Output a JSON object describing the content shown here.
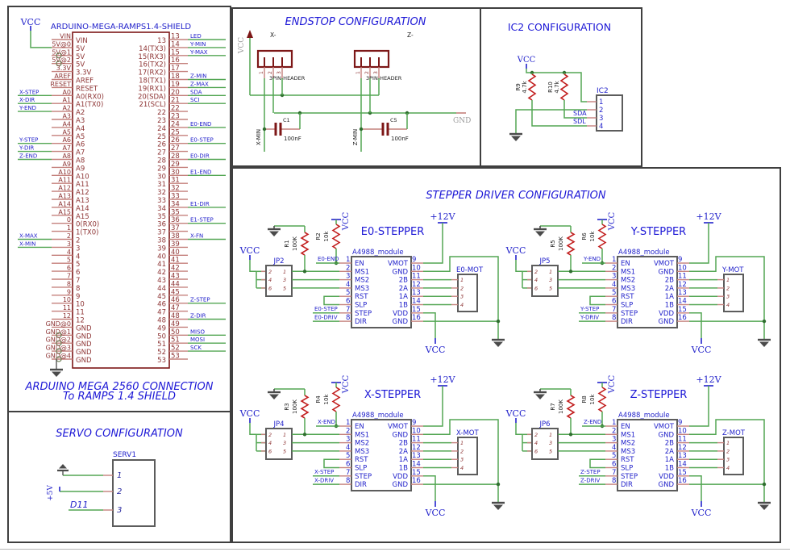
{
  "colors": {
    "wire": "#53a653",
    "component_outline": "#7d1717",
    "pin_stub": "#c4807c",
    "maroon_text": "#8e3535",
    "blue": "#2323cb",
    "title_blue": "#1d18d6",
    "resistor_red": "#c21f1f",
    "gray_box": "#5c5c5c",
    "ground": "#4a4a4a",
    "muted_gray": "#9a9a9a",
    "black": "#222222",
    "border": "#3f3f3f",
    "junction": "#2f6e2f"
  },
  "arduino": {
    "component_title": "ARDUINO-MEGA-RAMPS1.4-SHIELD",
    "caption_line1": "ARDUINO MEGA 2560 CONNECTION",
    "caption_line2": "To RAMPS 1.4 SHIELD",
    "vcc_label": "VCC",
    "left_pins": [
      {
        "ext": "VIN",
        "int": "VIN",
        "net": ""
      },
      {
        "ext": "5V@0",
        "int": "5V",
        "net": ""
      },
      {
        "ext": "5V@1",
        "int": "5V",
        "net": ""
      },
      {
        "ext": "5V@2",
        "int": "5V",
        "net": ""
      },
      {
        "ext": "3.3V",
        "int": "3.3V",
        "net": ""
      },
      {
        "ext": "AREF",
        "int": "AREF",
        "net": ""
      },
      {
        "ext": "RESET",
        "int": "RESET",
        "net": ""
      },
      {
        "ext": "A0",
        "int": "A0(RX0)",
        "net": "X-STEP"
      },
      {
        "ext": "A1",
        "int": "A1(TX0)",
        "net": "X-DIR"
      },
      {
        "ext": "A2",
        "int": "A2",
        "net": "Y-END"
      },
      {
        "ext": "A3",
        "int": "A3",
        "net": ""
      },
      {
        "ext": "A4",
        "int": "A4",
        "net": ""
      },
      {
        "ext": "A5",
        "int": "A5",
        "net": ""
      },
      {
        "ext": "A6",
        "int": "A6",
        "net": "Y-STEP"
      },
      {
        "ext": "A7",
        "int": "A7",
        "net": "Y-DIR"
      },
      {
        "ext": "A8",
        "int": "A8",
        "net": "Z-END"
      },
      {
        "ext": "A9",
        "int": "A9",
        "net": ""
      },
      {
        "ext": "A10",
        "int": "A10",
        "net": ""
      },
      {
        "ext": "A11",
        "int": "A11",
        "net": ""
      },
      {
        "ext": "A12",
        "int": "A12",
        "net": ""
      },
      {
        "ext": "A13",
        "int": "A13",
        "net": ""
      },
      {
        "ext": "A14",
        "int": "A14",
        "net": ""
      },
      {
        "ext": "A15",
        "int": "A15",
        "net": ""
      },
      {
        "ext": "0",
        "int": "0(RX0)",
        "net": ""
      },
      {
        "ext": "1",
        "int": "1(TX0)",
        "net": ""
      },
      {
        "ext": "2",
        "int": "2",
        "net": "X-MAX"
      },
      {
        "ext": "3",
        "int": "3",
        "net": "X-MIN"
      },
      {
        "ext": "4",
        "int": "4",
        "net": ""
      },
      {
        "ext": "5",
        "int": "5",
        "net": ""
      },
      {
        "ext": "6",
        "int": "6",
        "net": ""
      },
      {
        "ext": "7",
        "int": "7",
        "net": ""
      },
      {
        "ext": "8",
        "int": "8",
        "net": ""
      },
      {
        "ext": "9",
        "int": "9",
        "net": ""
      },
      {
        "ext": "10",
        "int": "10",
        "net": ""
      },
      {
        "ext": "11",
        "int": "11",
        "net": ""
      },
      {
        "ext": "12",
        "int": "12",
        "net": ""
      },
      {
        "ext": "GND@0",
        "int": "GND",
        "net": ""
      },
      {
        "ext": "GND@1",
        "int": "GND",
        "net": ""
      },
      {
        "ext": "GND@2",
        "int": "GND",
        "net": ""
      },
      {
        "ext": "GND@3",
        "int": "GND",
        "net": ""
      },
      {
        "ext": "GND@4",
        "int": "GND",
        "net": ""
      }
    ],
    "right_pins": [
      {
        "int": "13",
        "num": "13",
        "net": "LED"
      },
      {
        "int": "14(TX3)",
        "num": "14",
        "net": "Y-MIN"
      },
      {
        "int": "15(RX3)",
        "num": "15",
        "net": "Y-MAX"
      },
      {
        "int": "16(TX2)",
        "num": "16",
        "net": ""
      },
      {
        "int": "17(RX2)",
        "num": "17",
        "net": ""
      },
      {
        "int": "18(TX1)",
        "num": "18",
        "net": "Z-MIN"
      },
      {
        "int": "19(RX1)",
        "num": "19",
        "net": "Z-MAX"
      },
      {
        "int": "20(SDA)",
        "num": "20",
        "net": "SDA"
      },
      {
        "int": "21(SCL)",
        "num": "21",
        "net": "SCI"
      },
      {
        "int": "22",
        "num": "22",
        "net": ""
      },
      {
        "int": "23",
        "num": "23",
        "net": ""
      },
      {
        "int": "24",
        "num": "24",
        "net": "E0-END"
      },
      {
        "int": "25",
        "num": "25",
        "net": ""
      },
      {
        "int": "26",
        "num": "26",
        "net": "E0-STEP"
      },
      {
        "int": "27",
        "num": "27",
        "net": ""
      },
      {
        "int": "28",
        "num": "28",
        "net": "E0-DIR"
      },
      {
        "int": "29",
        "num": "29",
        "net": ""
      },
      {
        "int": "30",
        "num": "30",
        "net": "E1-END"
      },
      {
        "int": "31",
        "num": "31",
        "net": ""
      },
      {
        "int": "32",
        "num": "32",
        "net": ""
      },
      {
        "int": "33",
        "num": "33",
        "net": ""
      },
      {
        "int": "34",
        "num": "34",
        "net": "E1-DIR"
      },
      {
        "int": "35",
        "num": "35",
        "net": ""
      },
      {
        "int": "36",
        "num": "36",
        "net": "E1-STEP"
      },
      {
        "int": "37",
        "num": "37",
        "net": ""
      },
      {
        "int": "38",
        "num": "38",
        "net": "X-FN"
      },
      {
        "int": "39",
        "num": "39",
        "net": ""
      },
      {
        "int": "40",
        "num": "40",
        "net": ""
      },
      {
        "int": "41",
        "num": "41",
        "net": ""
      },
      {
        "int": "42",
        "num": "42",
        "net": ""
      },
      {
        "int": "43",
        "num": "43",
        "net": ""
      },
      {
        "int": "44",
        "num": "44",
        "net": ""
      },
      {
        "int": "45",
        "num": "45",
        "net": ""
      },
      {
        "int": "46",
        "num": "46",
        "net": "Z-STEP"
      },
      {
        "int": "47",
        "num": "47",
        "net": ""
      },
      {
        "int": "48",
        "num": "48",
        "net": "Z-DIR"
      },
      {
        "int": "49",
        "num": "49",
        "net": ""
      },
      {
        "int": "50",
        "num": "50",
        "net": "MISO"
      },
      {
        "int": "51",
        "num": "51",
        "net": "MOSI"
      },
      {
        "int": "52",
        "num": "52",
        "net": "SCK"
      },
      {
        "int": "53",
        "num": "53",
        "net": ""
      }
    ]
  },
  "endstop": {
    "title": "ENDSTOP CONFIGURATION",
    "vcc_label": "VCC",
    "gnd_label": "GND",
    "headers": [
      {
        "axis_label": "X-",
        "name": "3PIN-HEADER",
        "pins": [
          "1",
          "2",
          "3"
        ],
        "cap_ref": "C1",
        "cap_value": "100nF",
        "net": "X-MIN"
      },
      {
        "axis_label": "Z-",
        "name": "3PIN-HEADER",
        "pins": [
          "1",
          "2",
          "3"
        ],
        "cap_ref": "C5",
        "cap_value": "100nF",
        "net": "Z-MIN"
      }
    ]
  },
  "ic2": {
    "title": "IC2 CONFIGURATION",
    "vcc_label": "VCC",
    "resistors": [
      {
        "ref": "R9",
        "value": "4.7k"
      },
      {
        "ref": "R10",
        "value": "4.7k"
      }
    ],
    "chip_ref": "IC2",
    "pins": [
      "1",
      "2",
      "3",
      "4"
    ],
    "net_labels": [
      "SDA",
      "SDL"
    ]
  },
  "stepper": {
    "title": "STEPPER DRIVER CONFIGURATION",
    "module_name": "A4988_module",
    "vcc_label": "VCC",
    "supply_label": "+12V",
    "left_pin_numbers": [
      "1",
      "2",
      "3",
      "4",
      "5",
      "6",
      "7",
      "8"
    ],
    "left_pin_names": [
      "EN",
      "MS1",
      "MS2",
      "MS3",
      "RST",
      "SLP",
      "STEP",
      "DIR"
    ],
    "right_pin_numbers": [
      "9",
      "10",
      "11",
      "12",
      "13",
      "14",
      "15",
      "16"
    ],
    "right_pin_names": [
      "VMOT",
      "GND",
      "2B",
      "2A",
      "1A",
      "1B",
      "VDD",
      "GND"
    ],
    "jumper_left_pins": [
      "2",
      "4",
      "6"
    ],
    "jumper_right_pins": [
      "1",
      "3",
      "5"
    ],
    "motor_pins": [
      "1",
      "2",
      "3",
      "4"
    ],
    "channels": [
      {
        "title": "E0-STEPPER",
        "jumper_ref": "JP2",
        "r_gnd": {
          "ref": "R1",
          "value": "100K"
        },
        "r_vcc": {
          "ref": "R2",
          "value": "10k"
        },
        "end_net": "E0-END",
        "step_net": "E0-STEP",
        "dir_net": "E0-DRIV",
        "motor_ref": "E0-MOT"
      },
      {
        "title": "Y-STEPPER",
        "jumper_ref": "JP5",
        "r_gnd": {
          "ref": "R5",
          "value": "100K"
        },
        "r_vcc": {
          "ref": "R6",
          "value": "10k"
        },
        "end_net": "Y-END",
        "step_net": "Y-STEP",
        "dir_net": "Y-DRIV",
        "motor_ref": "Y-MOT"
      },
      {
        "title": "X-STEPPER",
        "jumper_ref": "JP4",
        "r_gnd": {
          "ref": "R3",
          "value": "100K"
        },
        "r_vcc": {
          "ref": "R4",
          "value": "10k"
        },
        "end_net": "X-END",
        "step_net": "X-STEP",
        "dir_net": "X-DRIV",
        "motor_ref": "X-MOT"
      },
      {
        "title": "Z-STEPPER",
        "jumper_ref": "JP6",
        "r_gnd": {
          "ref": "R7",
          "value": "100K"
        },
        "r_vcc": {
          "ref": "R8",
          "value": "10k"
        },
        "end_net": "Z-END",
        "step_net": "Z-STEP",
        "dir_net": "Z-DRIV",
        "motor_ref": "Z-MOT"
      }
    ]
  },
  "servo": {
    "title": "SERVO CONFIGURATION",
    "ref": "SERV1",
    "pins": [
      "1",
      "2",
      "3"
    ],
    "supply_label": "+5V",
    "signal_label": "D11"
  }
}
